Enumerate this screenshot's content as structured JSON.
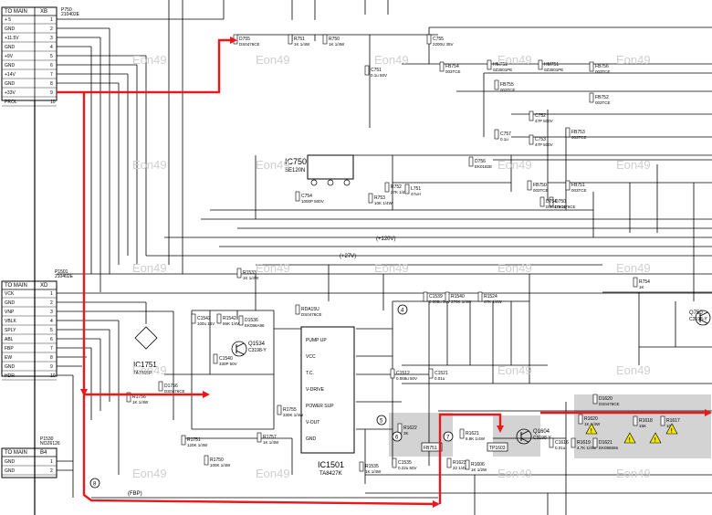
{
  "connectors": {
    "top": {
      "title": "TO MAIN",
      "ref": "XB",
      "pins": [
        "+ 5",
        "GND",
        "+11.5V",
        "GND",
        "+9V",
        "GND",
        "+14V",
        "GND",
        "+33V",
        "PROL"
      ],
      "numbers": [
        "1",
        "2",
        "3",
        "4",
        "5",
        "6",
        "7",
        "8",
        "9",
        "10"
      ],
      "part": "P750",
      "part_code": "210402E"
    },
    "middle": {
      "title": "TO MAIN",
      "ref": "XD",
      "pins": [
        "VCK",
        "GND",
        "VNP",
        "VBLK",
        "SPLY",
        "ABL",
        "FBP",
        "EW",
        "GND",
        "HDR"
      ],
      "numbers": [
        "1",
        "2",
        "3",
        "4",
        "5",
        "6",
        "7",
        "8",
        "9",
        "10"
      ],
      "part": "P1501",
      "part_code": "210402E"
    },
    "bottom": {
      "title": "TO MAIN",
      "ref": "B4",
      "pins": [
        "GND",
        "GND"
      ],
      "numbers": [
        "1",
        "2"
      ],
      "part": "P1530",
      "part_code": "NOZ6126"
    }
  },
  "ics": {
    "ic750": {
      "name": "IC750",
      "part": "SE120N"
    },
    "ic1501": {
      "name": "IC1501",
      "part": "TA8427K",
      "pins": [
        "PUMP UP",
        "VCC",
        "T.C.",
        "V-DRIVE",
        "POWER SUP",
        "V-OUT",
        "GND"
      ]
    },
    "ic1751": {
      "name": "IC1751",
      "part": "TA7805P"
    }
  },
  "transistors": [
    {
      "name": "Q1534",
      "part": "C3198-Y"
    },
    {
      "name": "Q1604",
      "part": "C3198-Y"
    },
    {
      "name": "Q750",
      "part": "C3198-Y"
    }
  ],
  "labels": [
    {
      "id": "d755",
      "text": "D755",
      "sub": "DS0476CE"
    },
    {
      "id": "r751",
      "text": "R751",
      "sub": "1K 1/4W"
    },
    {
      "id": "r750",
      "text": "R750",
      "sub": "1K 1/4W"
    },
    {
      "id": "c755",
      "text": "C755",
      "sub": "2200U 35V"
    },
    {
      "id": "c751",
      "text": "C751",
      "sub": "0.1u 50V"
    },
    {
      "id": "r1756",
      "text": "R1756",
      "sub": "1K 1/4W"
    },
    {
      "id": "d1756",
      "text": "D1756",
      "sub": "DS0476CE"
    },
    {
      "id": "r1751",
      "text": "R1751",
      "sub": "120K 1/4W"
    },
    {
      "id": "r1750",
      "text": "R1750",
      "sub": "100K 1/4W"
    },
    {
      "id": "r1757",
      "text": "R1757",
      "sub": "1K 1/4W"
    },
    {
      "id": "r1755",
      "text": "R1755",
      "sub": "330K 1/4W"
    },
    {
      "id": "c1542",
      "text": "C1542",
      "sub": "100u 16V"
    },
    {
      "id": "r1542",
      "text": "R1542",
      "sub": "56K 1/4W"
    },
    {
      "id": "d1536",
      "text": "D1536",
      "sub": "EK086A96"
    },
    {
      "id": "c1540",
      "text": "C1540",
      "sub": "330P 50V"
    },
    {
      "id": "r1533",
      "text": "R1533",
      "sub": "1K 1/4W"
    },
    {
      "id": "c1539",
      "text": "C1539",
      "sub": "0.068u 50V"
    },
    {
      "id": "r1540",
      "text": "R1540",
      "sub": "270K 1/4W"
    },
    {
      "id": "r1524",
      "text": "R1524",
      "sub": "47K 1/4W"
    },
    {
      "id": "c1512",
      "text": "C1512",
      "sub": "0.068u 50V"
    },
    {
      "id": "c1521",
      "text": "C1521",
      "sub": "0.01u"
    },
    {
      "id": "r1622",
      "text": "R1622",
      "sub": "3K"
    },
    {
      "id": "c1535",
      "text": "C1535",
      "sub": "0.22u 50V"
    },
    {
      "id": "r1535",
      "text": "R1535",
      "sub": "1K 1/4W"
    },
    {
      "id": "r1621",
      "text": "R1621",
      "sub": "6.8K 1/4W"
    },
    {
      "id": "r1623",
      "text": "R1623",
      "sub": "22 1/4W"
    },
    {
      "id": "r1606",
      "text": "R1606",
      "sub": "1K 1/2W"
    },
    {
      "id": "d1620",
      "text": "D1620",
      "sub": "DS0476CE"
    },
    {
      "id": "r1620",
      "text": "R1620",
      "sub": "1K 1/4W"
    },
    {
      "id": "r1619",
      "text": "R1619",
      "sub": "4.7K 1/4W"
    },
    {
      "id": "d1621",
      "text": "D1621",
      "sub": "EK086556"
    },
    {
      "id": "r1618",
      "text": "R1618",
      "sub": "15K"
    },
    {
      "id": "r1617",
      "text": "R1617",
      "sub": "10K"
    },
    {
      "id": "c1616",
      "text": "C1616",
      "sub": "0.01u"
    },
    {
      "id": "r754",
      "text": "R754",
      "sub": "1K"
    },
    {
      "id": "r752",
      "text": "R752",
      "sub": "27K 1/4W"
    },
    {
      "id": "r753",
      "text": "R753",
      "sub": "10K 1/4W"
    },
    {
      "id": "c754",
      "text": "C754",
      "sub": "1000P 500V"
    },
    {
      "id": "l751",
      "text": "L751",
      "sub": "47uH"
    },
    {
      "id": "d750",
      "text": "D750",
      "sub": "DS0476CE"
    },
    {
      "id": "d756",
      "text": "D756",
      "sub": "EK0182E"
    },
    {
      "id": "c757",
      "text": "C757",
      "sub": "0.1u"
    },
    {
      "id": "d754",
      "text": "D754",
      "sub": "DS0476CE"
    },
    {
      "id": "c752",
      "text": "C752",
      "sub": "47P 500V"
    },
    {
      "id": "c753",
      "text": "C753",
      "sub": "47P 500V"
    },
    {
      "id": "fb754",
      "text": "FB754",
      "sub": "003TCE"
    },
    {
      "id": "fb755",
      "text": "FB755",
      "sub": "003TCE"
    },
    {
      "id": "fb756",
      "text": "FB756",
      "sub": "003TCE"
    },
    {
      "id": "fb752",
      "text": "FB752",
      "sub": "003TCE"
    },
    {
      "id": "fb753",
      "text": "FB753",
      "sub": "003TCE"
    },
    {
      "id": "hm752",
      "text": "HM752",
      "sub": "0Z3001PE"
    },
    {
      "id": "hm751",
      "text": "HM751",
      "sub": "0Z3001PE"
    },
    {
      "id": "fb750",
      "text": "FB750",
      "sub": "003TCE"
    },
    {
      "id": "fb751",
      "text": "FB751",
      "sub": "003TCE"
    },
    {
      "id": "tp1603",
      "text": "TP1603"
    },
    {
      "id": "tp1602",
      "text": "TP1602"
    },
    {
      "id": "rda",
      "text": "RDA15U",
      "sub": "DS0476CE"
    }
  ],
  "nets": {
    "plus27v": "(+27V)",
    "plus120v": "(+120V)",
    "frp": "(FBP)"
  },
  "markers": [
    "4",
    "5",
    "6",
    "7",
    "8"
  ],
  "watermark": "Eon49",
  "colors": {
    "wire": "#000000",
    "highlight": "#e8191c",
    "shade": "#d0d0d0",
    "warn": "#f2e600"
  }
}
